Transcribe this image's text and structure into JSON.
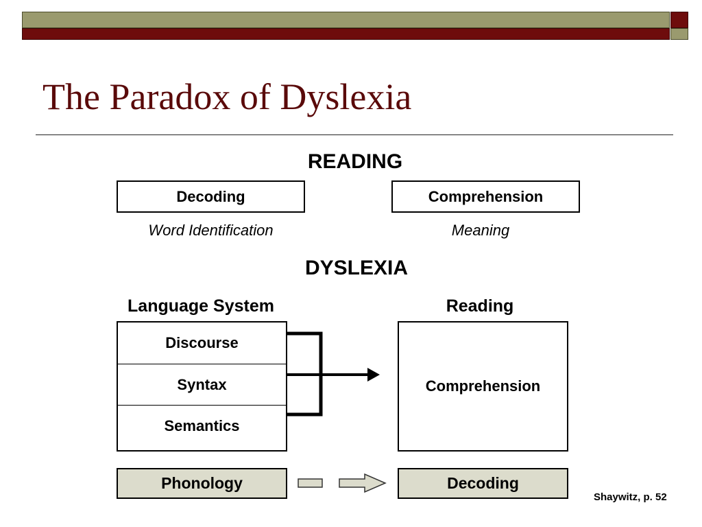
{
  "slide": {
    "title": "The Paradox of Dyslexia",
    "source": "Shaywitz, p. 52"
  },
  "reading_section": {
    "heading": "READING",
    "boxes": [
      {
        "label": "Decoding",
        "caption": "Word Identification"
      },
      {
        "label": "Comprehension",
        "caption": "Meaning"
      }
    ]
  },
  "dyslexia_section": {
    "heading": "DYSLEXIA",
    "language_system": {
      "heading": "Language System",
      "layers": [
        "Discourse",
        "Syntax",
        "Semantics"
      ],
      "base": "Phonology"
    },
    "reading": {
      "heading": "Reading",
      "top": "Comprehension",
      "base": "Decoding"
    }
  },
  "colors": {
    "title": "#5a0a0a",
    "bar_olive": "#9a9a6e",
    "bar_maroon": "#6e0c0c",
    "base_box_fill": "#dcdccc"
  }
}
